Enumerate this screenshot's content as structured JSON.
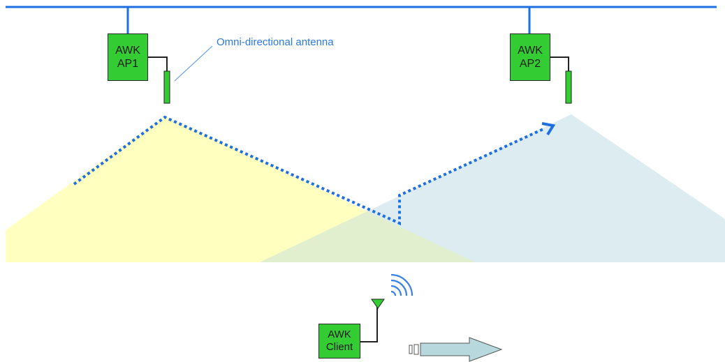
{
  "diagram": {
    "annotation": "Omni-directional antenna",
    "devices": {
      "ap1": {
        "line1": "AWK",
        "line2": "AP1"
      },
      "ap2": {
        "line1": "AWK",
        "line2": "AP2"
      },
      "client": {
        "line1": "AWK",
        "line2": "Client"
      }
    },
    "colors": {
      "backbone": "#1e6fe0",
      "device_fill": "#33cc33",
      "coverage_ap1": "#ffffc0",
      "coverage_ap2": "#dcecf0",
      "coverage_overlap": "#e2efce",
      "signal_path": "#1e6fe0",
      "movement_arrow": "#b7d9dd"
    },
    "icons": [
      "omni-antenna-icon",
      "wireless-signal-icon",
      "movement-arrow-icon"
    ]
  }
}
